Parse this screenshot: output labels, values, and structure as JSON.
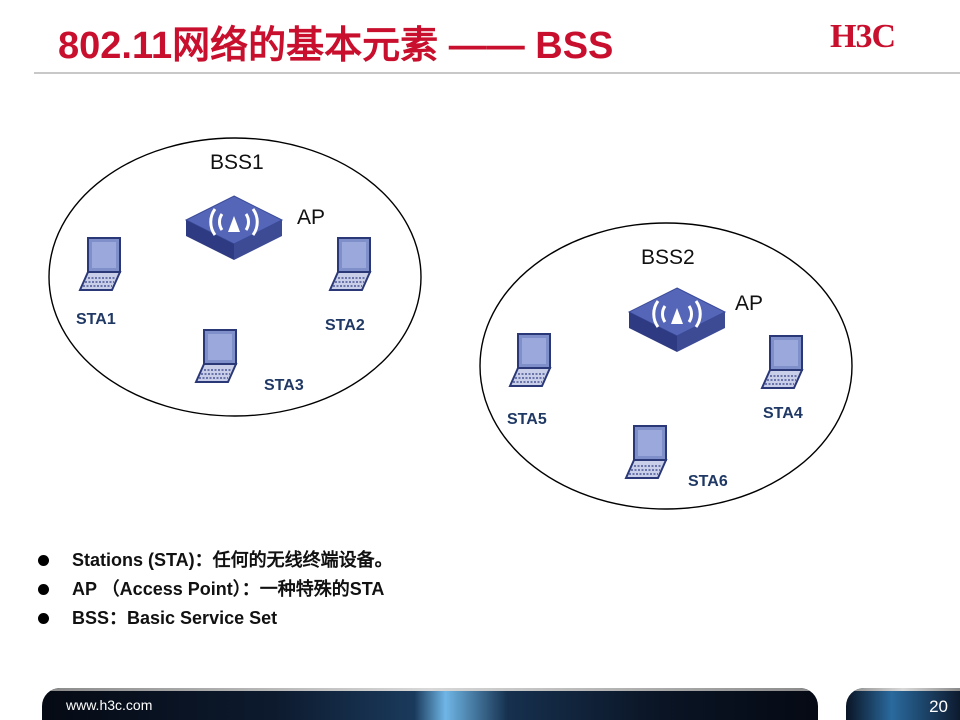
{
  "slide": {
    "title": "802.11网络的基本元素 —— BSS",
    "logo": "H3C",
    "colors": {
      "title": "#c8102e",
      "sta_label": "#1f3864",
      "device": "#3d4f9e"
    }
  },
  "diagram": {
    "bss1": {
      "label": "BSS1",
      "ap_label": "AP",
      "stations": [
        "STA1",
        "STA2",
        "STA3"
      ]
    },
    "bss2": {
      "label": "BSS2",
      "ap_label": "AP",
      "stations": [
        "STA5",
        "STA4",
        "STA6"
      ]
    }
  },
  "bullets": [
    "Stations (STA)：任何的无线终端设备。",
    "AP （Access Point）：一种特殊的STA",
    "BSS：Basic Service Set"
  ],
  "footer": {
    "url": "www.h3c.com",
    "page": "20"
  }
}
